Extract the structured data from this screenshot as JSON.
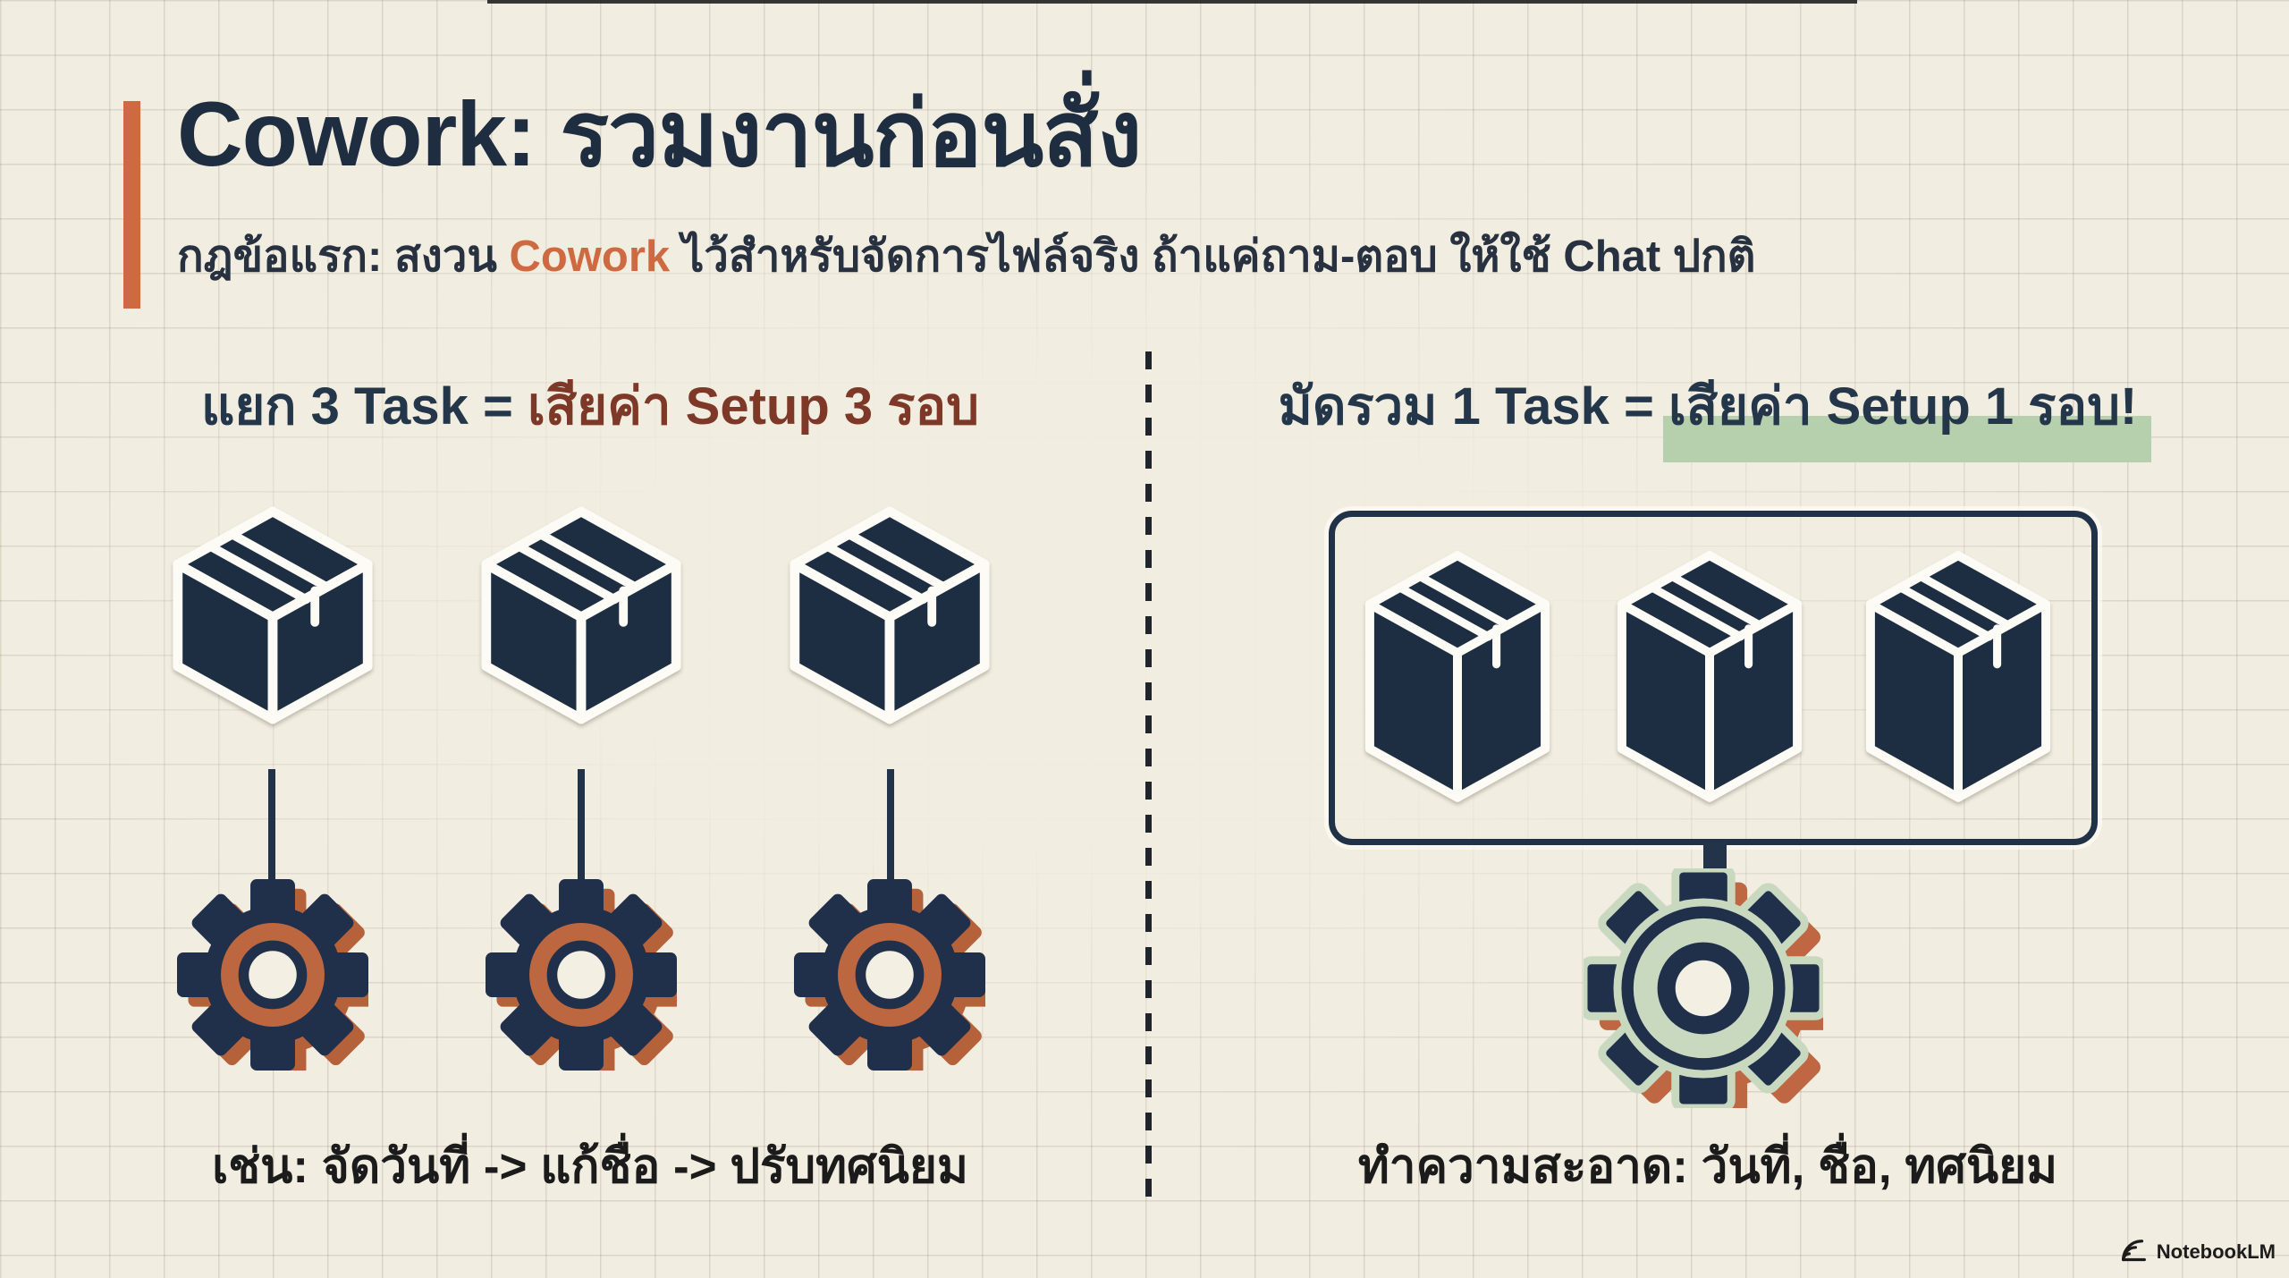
{
  "header": {
    "title": "Cowork: รวมงานก่อนสั่ง",
    "subtitle_prefix": "กฎข้อแรก: สงวน ",
    "subtitle_accent": "Cowork",
    "subtitle_suffix": " ไว้สำหรับจัดการไฟล์จริง ถ้าแค่ถาม-ตอบ ให้ใช้ Chat ปกติ"
  },
  "left_panel": {
    "heading_plain": "แยก 3 Task = ",
    "heading_accent": "เสียค่า Setup 3 รอบ",
    "box_count": 3,
    "gear_count": 3,
    "caption": "เช่น: จัดวันที่ -> แก้ชื่อ -> ปรับทศนิยม"
  },
  "right_panel": {
    "heading_plain": "มัดรวม 1 Task = ",
    "heading_highlight": "เสียค่า Setup 1 รอบ!",
    "box_count": 3,
    "gear_count": 1,
    "caption": "ทำความสะอาด: วันที่, ชื่อ, ทศนิยม"
  },
  "footer": {
    "brand": "NotebookLM"
  },
  "icons": {
    "box": "package-box",
    "gear": "gear",
    "thin_arrow": "arrow-down",
    "thick_arrow": "merge-arrow-down",
    "brand_mark": "notebooklm-arcs"
  },
  "colors": {
    "background": "#f1ede1",
    "navy": "#1f2d40",
    "orange": "#cd6a41",
    "maroon": "#7d3827",
    "green-highlight": "#b6cfac",
    "sage": "#c9d9c0",
    "gear-ring-orange": "#bd6741",
    "ink": "#1b1b1b"
  }
}
